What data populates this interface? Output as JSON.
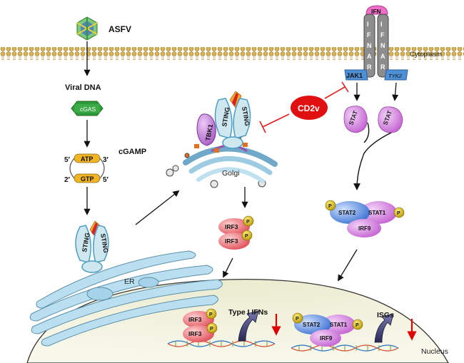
{
  "virus": "ASFV",
  "viral_dna": "Viral DNA",
  "cgas": "cGAS",
  "cgamp": "cGAMP",
  "atp": "ATP",
  "gtp": "GTP",
  "five_prime": "5′",
  "three_prime": "3′",
  "two_prime": "2′",
  "sting": "STING",
  "tbk1": "TBK1",
  "golgi": "Golgi",
  "er": "ER",
  "cd2v": "CD2v",
  "ifn": "IFN",
  "ifnar_letters": [
    "I",
    "F",
    "N",
    "A",
    "R"
  ],
  "jak1": "JAK1",
  "tyk2": "TYK2",
  "stat": "STAT",
  "stat1": "STAT1",
  "stat2": "STAT2",
  "irf9": "IRF9",
  "irf3": "IRF3",
  "p": "P",
  "type1_ifns": "Type I IFNs",
  "isgs": "ISGs",
  "cytoplasm": "Cytoplasm",
  "nucleus": "Nucleus",
  "colors": {
    "sting_fill": "#cfe8f0",
    "sting_stroke": "#4a9ec4",
    "tbk1": "#c08ad8",
    "cd2v": "#e01010",
    "inhibit": "#e02020",
    "stat": "#d58be0",
    "stat2": "#5b8fe0",
    "irf": "#f07a7a",
    "phospho": "#c8a000",
    "jak": "#4f8fd6",
    "ifn": "#f06ec8",
    "down_arrow": "#e00000",
    "nucleus_fill": "#f1f1e0"
  }
}
